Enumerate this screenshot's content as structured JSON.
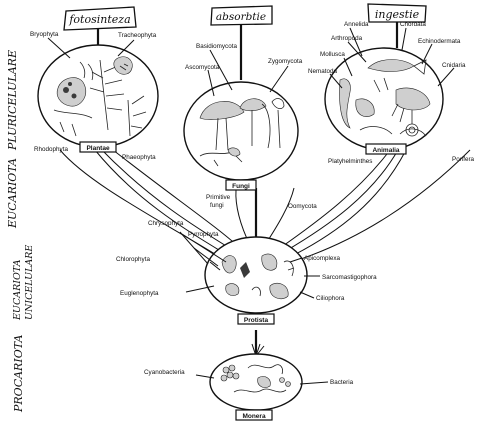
{
  "side_labels": {
    "upper_1": "EUCARIOTA",
    "upper_2": "PLURICELULARE",
    "middle_1": "EUCARIOTA",
    "middle_2": "UNICELULARE",
    "lower": "PROCARIOTA"
  },
  "nutrition": {
    "fotosinteza": "fotosinteza",
    "absorbtie": "absorbtie",
    "ingestie": "ingestie"
  },
  "kingdoms": {
    "plantae": "Plantae",
    "fungi": "Fungi",
    "animalia": "Animalia",
    "protista": "Protista",
    "monera": "Monera"
  },
  "labels": {
    "bryophyta": "Bryophyta",
    "tracheophyta": "Tracheophyta",
    "rhodophyta": "Rhodophyta",
    "phaeophyta": "Phaeophyta",
    "basidiomycota": "Basidiomycota",
    "ascomycota": "Ascomycota",
    "zygomycota": "Zygomycota",
    "annelida": "Annelida",
    "chordata": "Chordata",
    "arthropoda": "Arthropoda",
    "mollusca": "Mollusca",
    "nematoda": "Nematoda",
    "echinodermata": "Echinodermata",
    "cnidaria": "Cnidaria",
    "platyhelminthes": "Platyhelminthes",
    "porifera": "Porifera",
    "primitive_1": "Primitive",
    "primitive_2": "fungi",
    "oomycota": "Oomycota",
    "chrysophyta": "Chrysophyta",
    "pyrrophyta": "Pyrrophyta",
    "chlorophyta": "Chlorophyta",
    "apicomplexa": "Apicomplexa",
    "sarcomastigophora": "Sarcomastigophora",
    "euglenophyta": "Euglenophyta",
    "ciliophora": "Ciliophora",
    "cyanobacteria": "Cyanobacteria",
    "bacteria": "Bacteria"
  }
}
